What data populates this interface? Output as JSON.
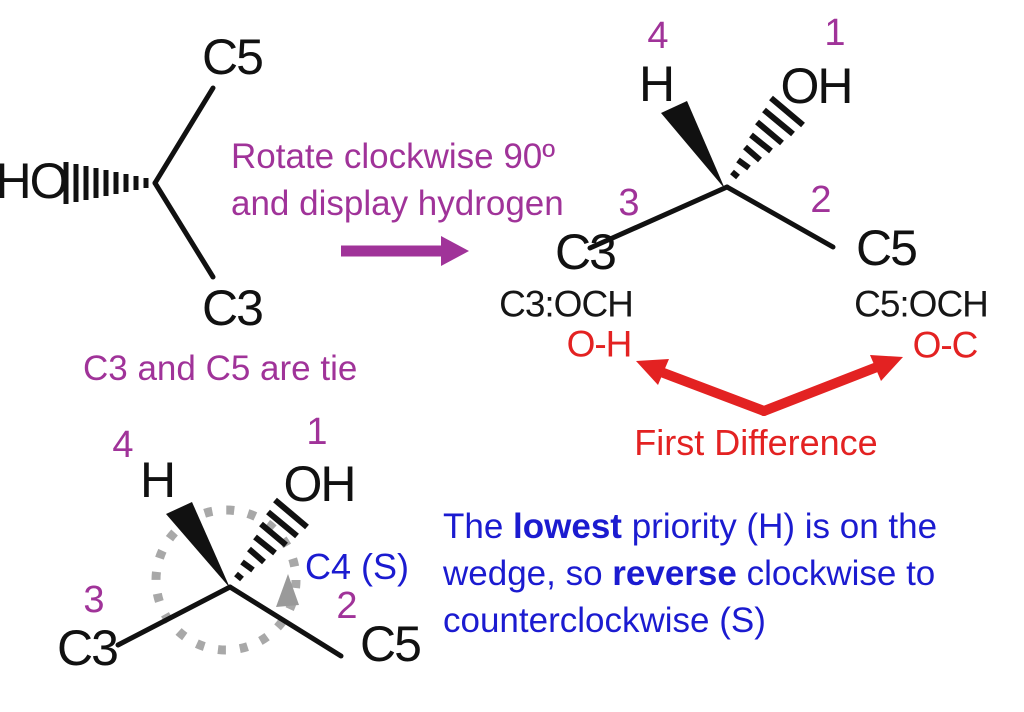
{
  "palette": {
    "purple": "#a03399",
    "red": "#e32222",
    "blue": "#1b1bd0",
    "black": "#141414",
    "gray": "#a8a8a8"
  },
  "initial_structure": {
    "top": "C5",
    "bottom": "C3",
    "left": "HO"
  },
  "rotate_note": {
    "line1": "Rotate clockwise 90º",
    "line2": "and display hydrogen"
  },
  "tie_note": "C3 and C5 are tie",
  "rotated_structure": {
    "num4": "4",
    "num1": "1",
    "num3": "3",
    "num2": "2",
    "h": "H",
    "oh": "OH",
    "c3": "C3",
    "c5": "C5",
    "c3_chain": "C3:OCH",
    "c5_chain": "C5:OCH",
    "c3_first_atom": "O-H",
    "c5_first_atom": "O-C"
  },
  "first_difference_label": "First Difference",
  "assignment_structure": {
    "num4": "4",
    "num1": "1",
    "num3": "3",
    "num2": "2",
    "h": "H",
    "oh": "OH",
    "c3": "C3",
    "c5": "C5",
    "config": "C4 (S)"
  },
  "conclusion": {
    "l1a": "The ",
    "l1b": "lowest",
    "l1c": " priority (H) is on the",
    "l2a": "wedge, so ",
    "l2b": "reverse",
    "l2c": " clockwise to",
    "l3": "counterclockwise (S)"
  }
}
